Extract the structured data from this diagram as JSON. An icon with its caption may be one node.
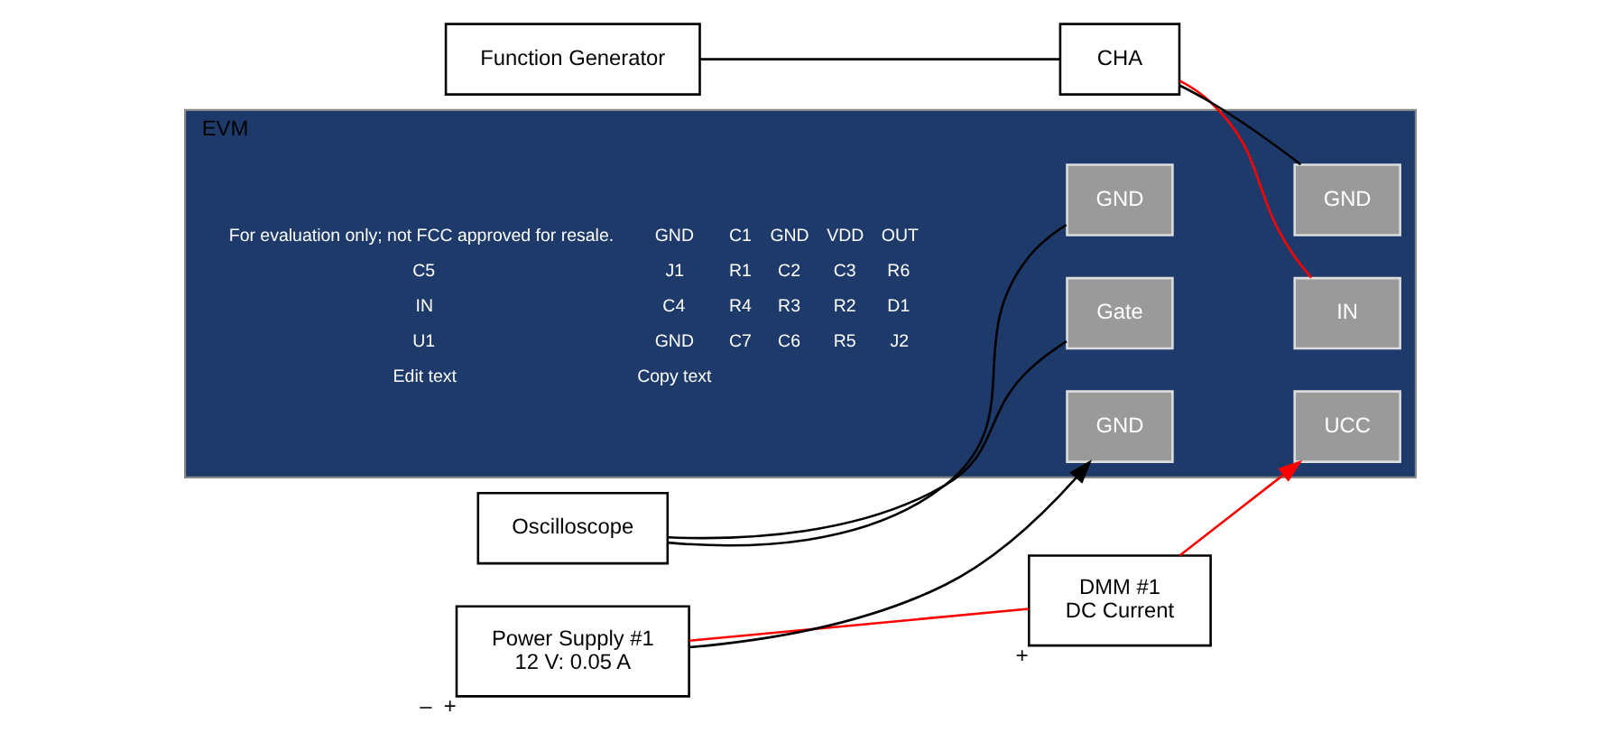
{
  "diagram": {
    "nodes": [
      {
        "text": [
          "Function Generator"
        ]
      },
      {
        "text": [
          "CHA"
        ]
      },
      {
        "text": [
          "Oscilloscope"
        ]
      },
      {
        "text": [
          "Power Supply #1",
          "12 V: 0.05 A"
        ],
        "beside": [
          "–",
          "+"
        ]
      },
      {
        "text": [
          "DMM #1",
          "DC Current"
        ],
        "beside": [
          "+"
        ]
      },
      {
        "text": [
          "EVM"
        ]
      },
      {
        "text": [
          "GND"
        ],
        "in": 5
      },
      {
        "text": [
          "UCC"
        ],
        "in": 5
      },
      {
        "text": [
          "IN"
        ],
        "in": 5
      },
      {
        "text": [
          "GND"
        ],
        "in": 5
      },
      {
        "text": [
          "Gate"
        ],
        "in": 5
      },
      {
        "text": [
          "GND"
        ],
        "in": 5
      }
    ],
    "edges": [
      {
        "from": 0,
        "to": 1,
        "arrow": "none"
      },
      {
        "from": 3,
        "to": 6,
        "arrow": "to"
      },
      {
        "from": 3,
        "to": 4,
        "arrow": "none",
        "color": "#ff0000"
      },
      {
        "from": 4,
        "to": 7,
        "arrow": "to",
        "color": "#ff0000"
      },
      {
        "from": 1,
        "to": 8,
        "arrow": "none",
        "color": "#ff0000"
      },
      {
        "from": 1,
        "to": 9,
        "arrow": "none"
      },
      {
        "from": 2,
        "to": 10,
        "arrow": "none"
      },
      {
        "from": 2,
        "to": 11,
        "arrow": "none"
      }
    ],
    "labels": [
      "For evaluation only; not FCC approved for resale.",
      "GND",
      "C1",
      "GND",
      "VDD",
      "OUT",
      "C5",
      "J1",
      "R1",
      "C2",
      "C3",
      "R6",
      "IN",
      "C4",
      "R4",
      "R3",
      "R2",
      "D1",
      "U1",
      "GND",
      "C7",
      "C6",
      "R5",
      "J2",
      "Edit text",
      "Copy text"
    ]
  }
}
